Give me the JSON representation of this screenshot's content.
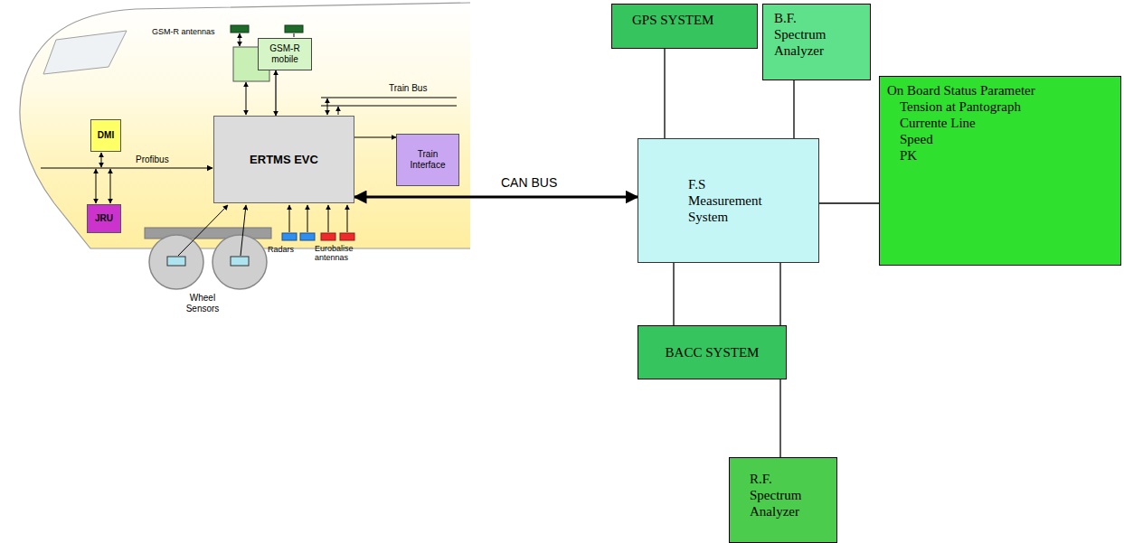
{
  "diagram": {
    "nodes": [
      {
        "text": [
          "GSM-R mobile"
        ]
      },
      {
        "text": [
          "DMI"
        ]
      },
      {
        "text": [
          "ERTMS EVC"
        ]
      },
      {
        "text": [
          "Train Interface"
        ]
      },
      {
        "text": [
          "JRU"
        ]
      },
      {
        "text": [
          "GPS SYSTEM"
        ]
      },
      {
        "text": [
          "B.F. Spectrum Analyzer"
        ]
      },
      {
        "text": [
          "F.S Measurement System"
        ]
      },
      {
        "text": [
          "On Board Status Parameter",
          "Tension at Pantograph",
          "Currente Line",
          "Speed",
          "PK"
        ]
      },
      {
        "text": [
          "BACC SYSTEM"
        ]
      },
      {
        "text": [
          "R.F. Spectrum Analyzer"
        ]
      }
    ],
    "edges": [
      {
        "from": 2,
        "to": 7,
        "arrow": "both",
        "label": "CAN BUS"
      },
      {
        "from": 0,
        "to": 2,
        "arrow": "both"
      },
      {
        "from": 2,
        "to": 3,
        "arrow": "to"
      },
      {
        "from": 7,
        "to": 5,
        "arrow": "none"
      },
      {
        "from": 7,
        "to": 6,
        "arrow": "none"
      },
      {
        "from": 7,
        "to": 8,
        "arrow": "none"
      },
      {
        "from": 7,
        "to": 9,
        "arrow": "none"
      },
      {
        "from": 7,
        "to": 10,
        "arrow": "none"
      }
    ],
    "labels": [
      "GSM-R antennas",
      "Train Bus",
      "Profibus",
      "Wheel Sensors",
      "Radars",
      "Eurobalise antennas"
    ]
  }
}
